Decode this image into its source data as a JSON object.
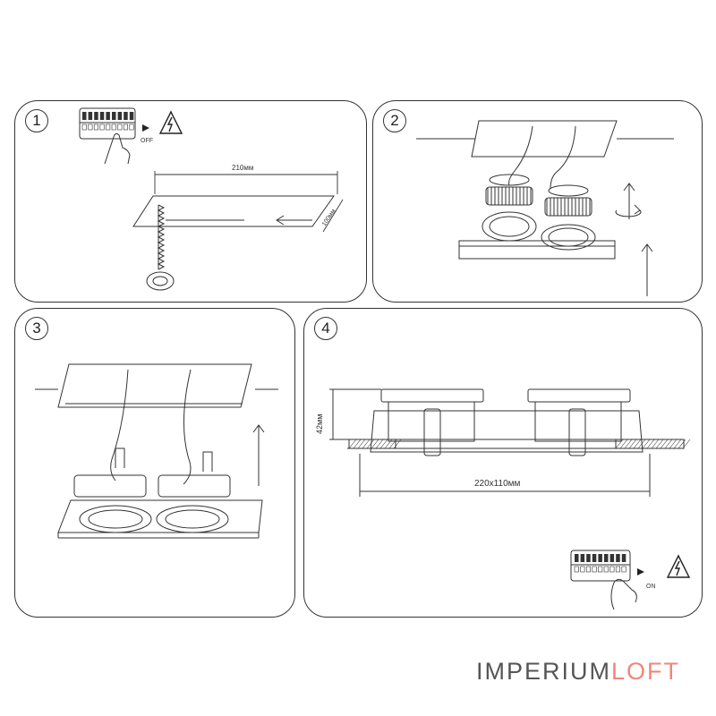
{
  "steps": [
    {
      "number": "1",
      "switch_label": "OFF",
      "length_label": "210мм",
      "width_label": "100мм"
    },
    {
      "number": "2"
    },
    {
      "number": "3"
    },
    {
      "number": "4",
      "height_label": "42мм",
      "size_label": "220x110мм",
      "switch_label": "ON"
    }
  ],
  "icons": [
    "breaker-panel-icon",
    "hand-icon",
    "high-voltage-icon",
    "saw-icon",
    "insert-arrow-icon",
    "rotate-arrow-icon",
    "up-arrow-icon"
  ],
  "colors": {
    "line": "#333333",
    "brand_gray": "#555555",
    "brand_accent": "#f0867a"
  },
  "brand": {
    "part1": "IMPERIUM",
    "part2": "LOFT"
  }
}
